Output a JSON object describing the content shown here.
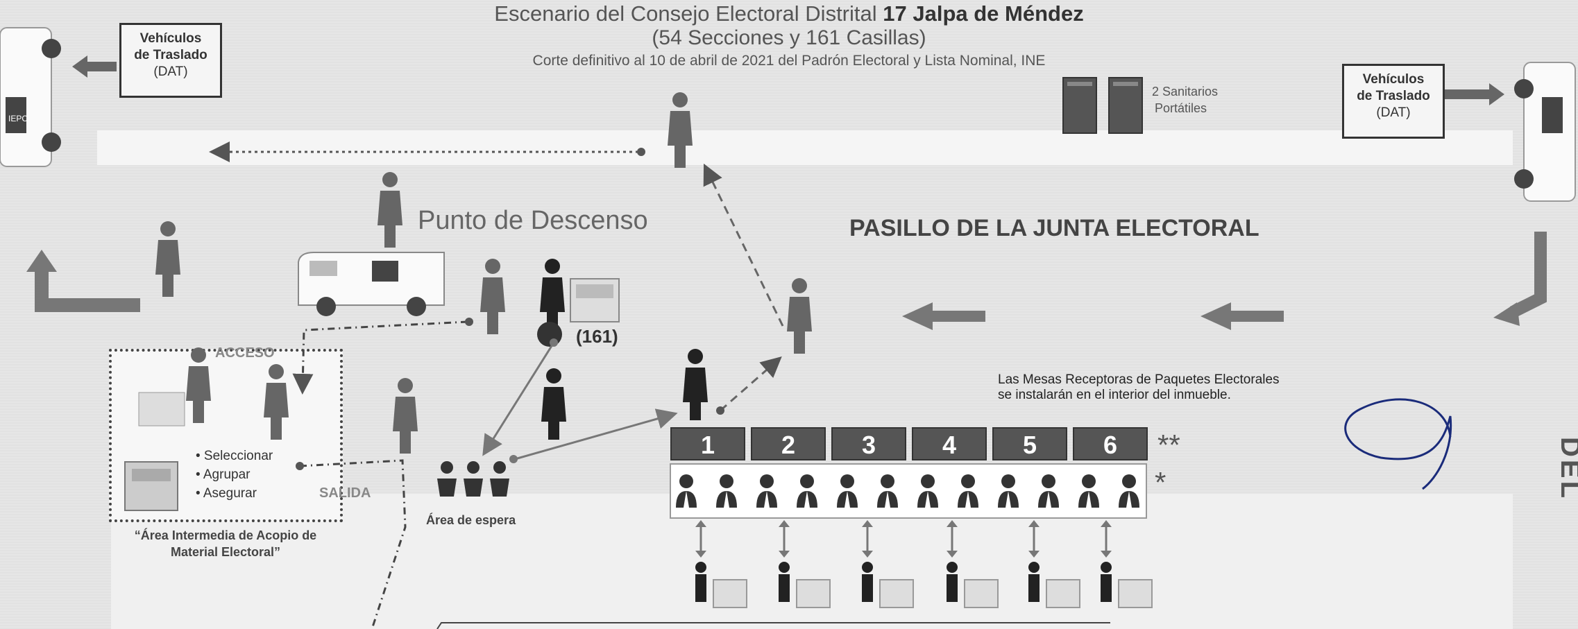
{
  "header": {
    "title_prefix": "Escenario del Consejo Electoral Distrital",
    "title_bold": "17 Jalpa de Méndez",
    "subtitle": "(54 Secciones y 161 Casillas)",
    "note": "Corte definitivo al 10 de abril de 2021 del Padrón Electoral y Lista  Nominal, INE"
  },
  "vehicles_left": {
    "line1": "Vehículos",
    "line2": "de Traslado",
    "line3": "(DAT)"
  },
  "vehicles_right": {
    "line1": "Vehículos",
    "line2": "de Traslado",
    "line3": "(DAT)"
  },
  "sanitarios": {
    "line1": "2 Sanitarios",
    "line2": "Portátiles"
  },
  "punto_descenso": "Punto de Descenso",
  "pasillo": "PASILLO DE LA JUNTA ELECTORAL",
  "packages_count": "(161)",
  "area": {
    "acceso": "ACCESO",
    "salida": "SALIDA",
    "steps": [
      "• Seleccionar",
      "• Agrupar",
      "• Asegurar"
    ],
    "caption_line1": "“Área Intermedia de Acopio de",
    "caption_line2": "Material Electoral”"
  },
  "espera": "Área de espera",
  "mesas_note": {
    "line1": "Las Mesas Receptoras de Paquetes Electorales",
    "line2": "se instalarán en el interior del inmueble."
  },
  "mesas": [
    "1",
    "2",
    "3",
    "4",
    "5",
    "6"
  ],
  "double_star": "**",
  "single_star": "*",
  "cerrada": "CERRADA DEL",
  "iepc_text": "IEPC",
  "colors": {
    "mesa_fill": "#555555",
    "arrow_gray": "#777777",
    "pen_blue": "#1a2b7a"
  }
}
